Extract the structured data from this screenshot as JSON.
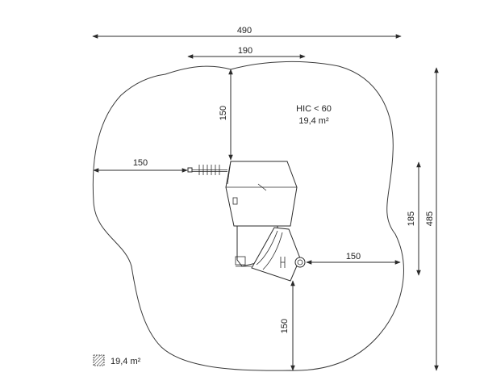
{
  "dimensions": {
    "overall_width": "490",
    "top_offset_width": "190",
    "top_clearance": "150",
    "left_clearance": "150",
    "right_clearance": "150",
    "bottom_clearance": "150",
    "right_inner_height": "185",
    "overall_height": "485"
  },
  "annotation": {
    "hic": "HIC < 60",
    "area": "19,4 m²"
  },
  "legend": {
    "icon": "safety-surface-hatch-icon",
    "area_label": "19,4 m²"
  }
}
